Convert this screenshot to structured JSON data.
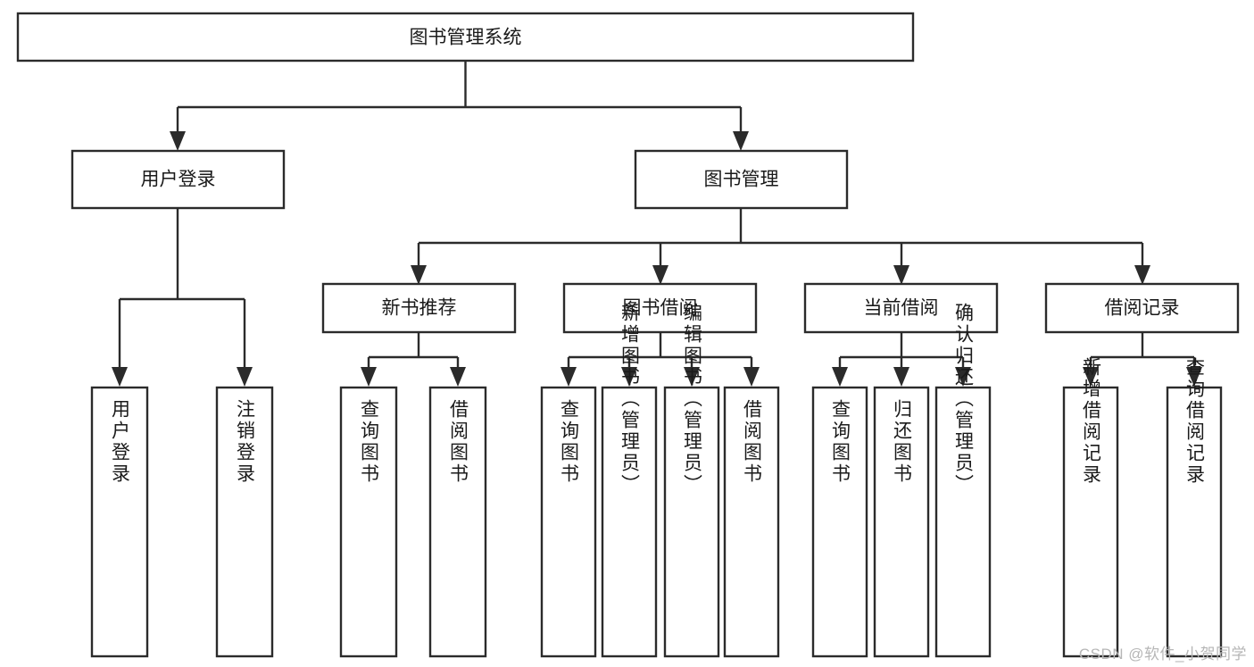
{
  "diagram": {
    "title": "图书管理系统",
    "type": "tree-hierarchy-chart",
    "colors": {
      "stroke": "#2b2b2b",
      "fill": "#ffffff",
      "text": "#1a1a1a",
      "watermark": "#b6b6b6"
    },
    "root": {
      "label": "图书管理系统"
    },
    "level2": [
      {
        "label": "用户登录"
      },
      {
        "label": "图书管理"
      }
    ],
    "level3": [
      {
        "label": "新书推荐"
      },
      {
        "label": "图书借阅"
      },
      {
        "label": "当前借阅"
      },
      {
        "label": "借阅记录"
      }
    ],
    "leaves": {
      "user_login": [
        {
          "label": "用户登录"
        },
        {
          "label": "注销登录"
        }
      ],
      "new_book_recommend": [
        {
          "label": "查询图书"
        },
        {
          "label": "借阅图书"
        }
      ],
      "book_borrow": [
        {
          "label": "查询图书"
        },
        {
          "label": "新增图书（管理员）"
        },
        {
          "label": "编辑图书（管理员）"
        },
        {
          "label": "借阅图书"
        }
      ],
      "current_borrow": [
        {
          "label": "查询图书"
        },
        {
          "label": "归还图书"
        },
        {
          "label": "确认归还（管理员）"
        }
      ],
      "borrow_record": [
        {
          "label": "新增借阅记录"
        },
        {
          "label": "查询借阅记录"
        }
      ]
    }
  },
  "watermark": {
    "text": "CSDN @软件_小贺同学"
  }
}
